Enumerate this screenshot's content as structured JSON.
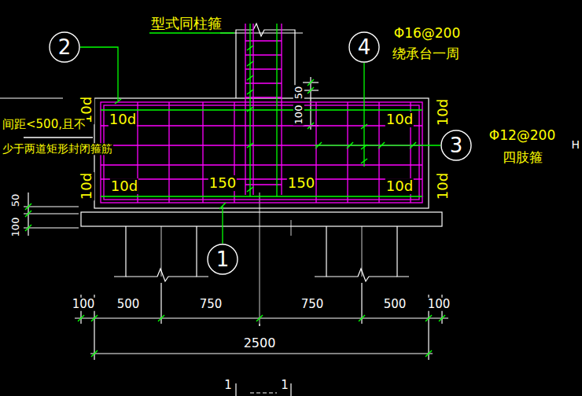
{
  "diagram": {
    "nodes": [
      {
        "text": [
          "2"
        ]
      },
      {
        "text": [
          "4"
        ]
      },
      {
        "text": [
          "3"
        ]
      },
      {
        "text": [
          "1"
        ]
      }
    ],
    "labels": [
      "型式同柱箍",
      "Φ16@200",
      "绕承台一周",
      "50",
      "100",
      "10d",
      "10d",
      "10d",
      "10d",
      "Φ12@200",
      "四肢箍",
      "间距<500,且不",
      "少于两道矩形封闭箍筋",
      "10d",
      "10d",
      "150",
      "150",
      "10d",
      "10d",
      "50",
      "100",
      "100",
      "500",
      "750",
      "750",
      "500",
      "100",
      "2500",
      "1",
      "1",
      "H"
    ]
  }
}
